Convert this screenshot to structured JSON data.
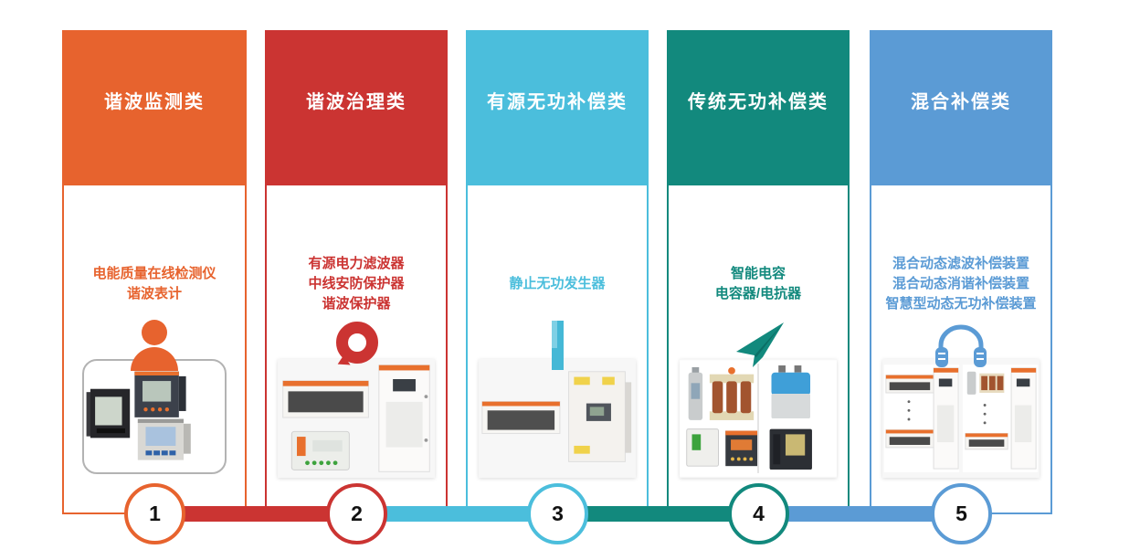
{
  "page": {
    "background": "#ffffff"
  },
  "columns": [
    {
      "number": "1",
      "title": "谐波监测类",
      "color": "#e7632e",
      "icon": "person-icon",
      "products": [
        "电能质量在线检测仪",
        "谐波表计"
      ]
    },
    {
      "number": "2",
      "title": "谐波治理类",
      "color": "#cb3432",
      "icon": "speech-bubble-icon",
      "products": [
        "有源电力滤波器",
        "中线安防保护器",
        "谐波保护器"
      ]
    },
    {
      "number": "3",
      "title": "有源无功补偿类",
      "color": "#4bbedc",
      "icon": "vertical-bar-icon",
      "products": [
        "静止无功发生器"
      ]
    },
    {
      "number": "4",
      "title": "传统无功补偿类",
      "color": "#12897d",
      "icon": "paper-plane-icon",
      "products": [
        "智能电容",
        "电容器/电抗器"
      ]
    },
    {
      "number": "5",
      "title": "混合补偿类",
      "color": "#5b9bd5",
      "icon": "headphones-icon",
      "products": [
        "混合动态滤波补偿装置",
        "混合动态消谐补偿装置",
        "智慧型动态无功补偿装置"
      ]
    }
  ],
  "timeline": {
    "segment_colors": [
      "#cb3432",
      "#4bbedc",
      "#12897d",
      "#5b9bd5"
    ]
  }
}
